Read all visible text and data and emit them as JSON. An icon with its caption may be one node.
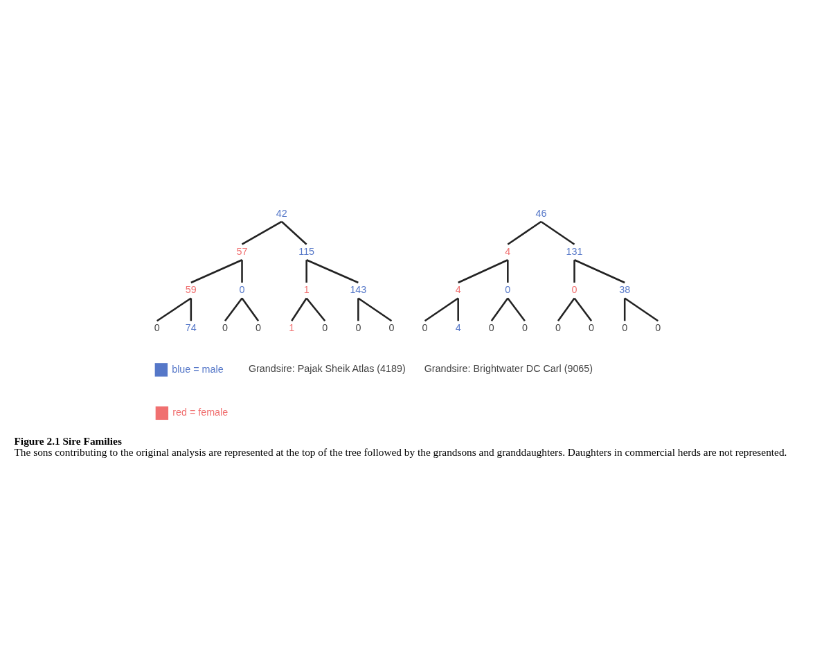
{
  "diagram": {
    "title": "Figure 2.1 Sire Families",
    "caption": "The sons contributing to the original analysis are represented at the top of the tree followed by the grandsons and granddaughters. Daughters in commercial herds are not represented.",
    "nodes": [
      {
        "text": [
          "46"
        ]
      },
      {
        "text": [
          "4"
        ]
      },
      {
        "text": [
          "131"
        ]
      },
      {
        "text": [
          "4"
        ]
      },
      {
        "text": [
          "0"
        ]
      },
      {
        "text": [
          "0"
        ]
      },
      {
        "text": [
          "38"
        ]
      },
      {
        "text": [
          "0"
        ]
      },
      {
        "text": [
          "4"
        ]
      },
      {
        "text": [
          "0"
        ]
      },
      {
        "text": [
          "0"
        ]
      },
      {
        "text": [
          "0"
        ]
      },
      {
        "text": [
          "0"
        ]
      },
      {
        "text": [
          "0"
        ]
      },
      {
        "text": [
          "0"
        ]
      },
      {
        "text": [
          "42"
        ]
      },
      {
        "text": [
          "57"
        ]
      },
      {
        "text": [
          "115"
        ]
      },
      {
        "text": [
          "59"
        ]
      },
      {
        "text": [
          "0"
        ]
      },
      {
        "text": [
          "1"
        ]
      },
      {
        "text": [
          "143"
        ]
      },
      {
        "text": [
          "0"
        ]
      },
      {
        "text": [
          "74"
        ]
      },
      {
        "text": [
          "0"
        ]
      },
      {
        "text": [
          "0"
        ]
      },
      {
        "text": [
          "1"
        ]
      },
      {
        "text": [
          "0"
        ]
      },
      {
        "text": [
          "0"
        ]
      },
      {
        "text": [
          "0"
        ]
      }
    ],
    "edges": [
      {
        "from": 0,
        "to": 1,
        "arrow": "none"
      },
      {
        "from": 0,
        "to": 2,
        "arrow": "none"
      },
      {
        "from": 1,
        "to": 3,
        "arrow": "none"
      },
      {
        "from": 1,
        "to": 4,
        "arrow": "none"
      },
      {
        "from": 2,
        "to": 5,
        "arrow": "none"
      },
      {
        "from": 2,
        "to": 6,
        "arrow": "none"
      },
      {
        "from": 3,
        "to": 7,
        "arrow": "none"
      },
      {
        "from": 3,
        "to": 8,
        "arrow": "none"
      },
      {
        "from": 4,
        "to": 9,
        "arrow": "none"
      },
      {
        "from": 4,
        "to": 10,
        "arrow": "none"
      },
      {
        "from": 5,
        "to": 11,
        "arrow": "none"
      },
      {
        "from": 5,
        "to": 12,
        "arrow": "none"
      },
      {
        "from": 6,
        "to": 13,
        "arrow": "none"
      },
      {
        "from": 6,
        "to": 14,
        "arrow": "none"
      },
      {
        "from": 15,
        "to": 16,
        "arrow": "none"
      },
      {
        "from": 15,
        "to": 17,
        "arrow": "none"
      },
      {
        "from": 16,
        "to": 18,
        "arrow": "none"
      },
      {
        "from": 16,
        "to": 19,
        "arrow": "none"
      },
      {
        "from": 17,
        "to": 20,
        "arrow": "none"
      },
      {
        "from": 17,
        "to": 21,
        "arrow": "none"
      },
      {
        "from": 18,
        "to": 22,
        "arrow": "none"
      },
      {
        "from": 18,
        "to": 23,
        "arrow": "none"
      },
      {
        "from": 19,
        "to": 24,
        "arrow": "none"
      },
      {
        "from": 19,
        "to": 25,
        "arrow": "none"
      },
      {
        "from": 20,
        "to": 26,
        "arrow": "none"
      },
      {
        "from": 20,
        "to": 27,
        "arrow": "none"
      },
      {
        "from": 21,
        "to": 28,
        "arrow": "none"
      },
      {
        "from": 21,
        "to": 29,
        "arrow": "none"
      }
    ],
    "labels": [
      "Grandsire: Brightwater DC Carl (9065)",
      "Grandsire: Pajak Sheik Atlas (4189)"
    ],
    "legend": [
      {
        "text": "blue = male",
        "color": "#5577c8"
      },
      {
        "text": "red = female",
        "color": "#f07070"
      }
    ]
  }
}
